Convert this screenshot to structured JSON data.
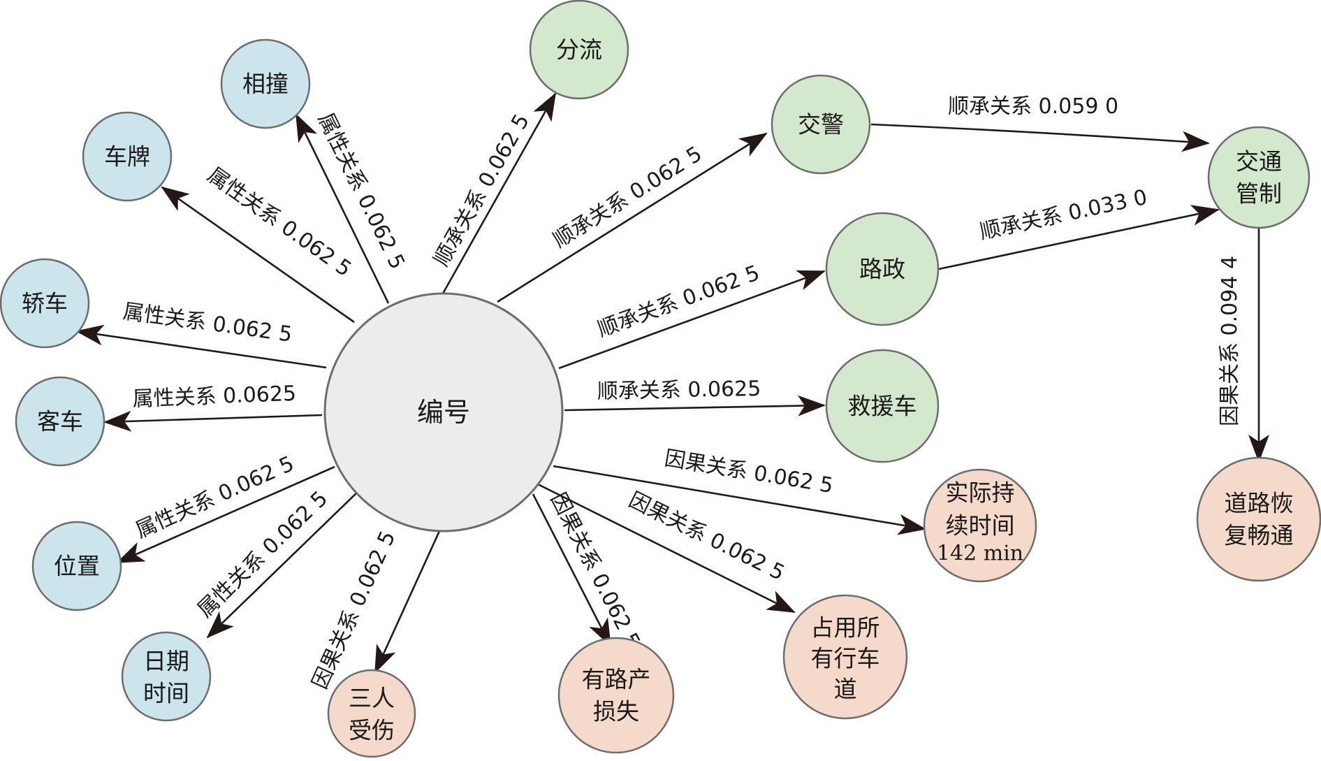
{
  "colors": {
    "attribute_fill": "#cce5ec",
    "succession_fill": "#d3e8cc",
    "causal_fill": "#f5d9cb",
    "center_fill": "#ececec",
    "stroke": "#6d6d6d",
    "arrow": "#231815"
  },
  "nodes": {
    "center": "编号",
    "xiangzhuang": "相撞",
    "chepai": "车牌",
    "jiaoche": "轿车",
    "keche": "客车",
    "weizhi": "位置",
    "riqi": [
      "日期",
      "时间"
    ],
    "fenliu": "分流",
    "jiaojing": "交警",
    "luzheng": "路政",
    "jiuyuanche": "救援车",
    "jiaotong": [
      "交通",
      "管制"
    ],
    "huifu": [
      "道路恢",
      "复畅通"
    ],
    "chixu": [
      "实际持",
      "续时间",
      "142 min"
    ],
    "zhanyong": [
      "占用所",
      "有行车",
      "道"
    ],
    "lusun": [
      "有路产",
      "损失"
    ],
    "shoushang": [
      "三人",
      "受伤"
    ]
  },
  "edges": {
    "xiangzhuang": "属性关系 0.062 5",
    "chepai": "属性关系 0.062 5",
    "jiaoche": "属性关系 0.062 5",
    "keche": "属性关系 0.0625",
    "weizhi": "属性关系 0.062 5",
    "riqi": "属性关系 0.062 5",
    "fenliu": "顺承关系 0.062 5",
    "jiaojing": "顺承关系 0.062 5",
    "luzheng": "顺承关系 0.062 5",
    "jiuyuanche": "顺承关系 0.0625",
    "jiaojing_jiaotong": "顺承关系 0.059 0",
    "luzheng_jiaotong": "顺承关系 0.033 0",
    "jiaotong_huifu": "因果关系 0.094 4",
    "chixu": "因果关系 0.062 5",
    "zhanyong": "因果关系 0.062 5",
    "lusun": "因果关系 0.062 5",
    "shoushang": "因果关系 0.062 5"
  }
}
